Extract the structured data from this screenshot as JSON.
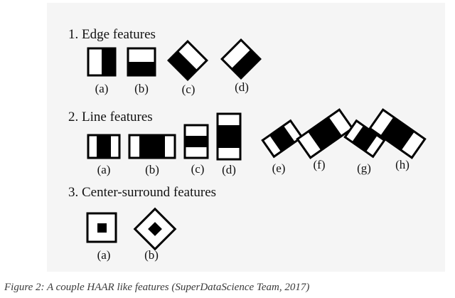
{
  "sections": [
    {
      "title": "1. Edge features",
      "labels": [
        "(a)",
        "(b)",
        "(c)",
        "(d)"
      ]
    },
    {
      "title": "2. Line features",
      "labels": [
        "(a)",
        "(b)",
        "(c)",
        "(d)",
        "(e)",
        "(f)",
        "(g)",
        "(h)"
      ]
    },
    {
      "title": "3. Center-surround features",
      "labels": [
        "(a)",
        "(b)"
      ]
    }
  ],
  "caption": "Figure 2: A couple HAAR like features (SuperDataScience Team, 2017)",
  "colors": {
    "panel_background": "#f5f5f5",
    "feature_dark": "#000000",
    "feature_light": "#ffffff",
    "caption_text": "#3a3a3a"
  }
}
